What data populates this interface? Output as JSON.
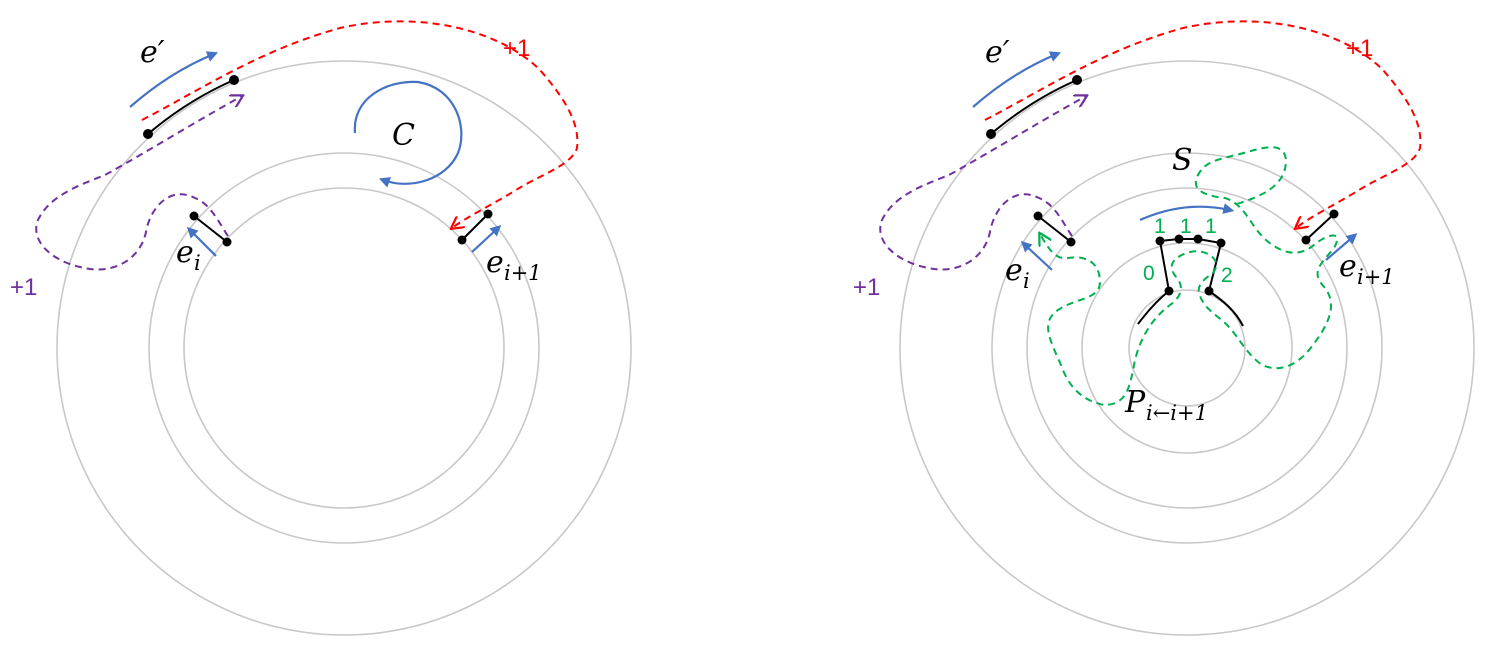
{
  "colors": {
    "ring": "#c8c8c8",
    "edge": "#000000",
    "blue_arrow": "#4472c4",
    "red_path": "#ff0000",
    "purple_path": "#7030a0",
    "green_path": "#00b050"
  },
  "left_panel": {
    "label_e_prime": "e′",
    "label_e_i_base": "e",
    "label_e_i_sub": "i",
    "label_e_i1_base": "e",
    "label_e_i1_sub": "i+1",
    "label_cycle": "C",
    "label_red_plus": "+1",
    "label_purple_plus": "+1"
  },
  "right_panel": {
    "label_e_prime": "e′",
    "label_e_i_base": "e",
    "label_e_i_sub": "i",
    "label_e_i1_base": "e",
    "label_e_i1_sub": "i+1",
    "label_S": "S",
    "label_P_base": "P",
    "label_P_sub": "i←i+1",
    "label_red_plus": "+1",
    "label_purple_plus": "+1",
    "path_numbers": [
      "1",
      "1",
      "1",
      "0",
      "2"
    ]
  }
}
